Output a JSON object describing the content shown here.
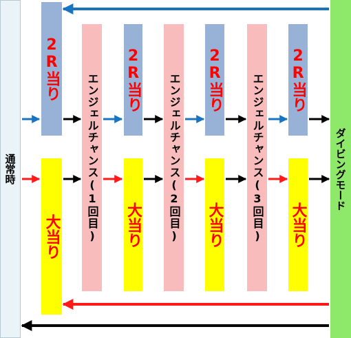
{
  "left_label": "通常時",
  "right_label": "ダイビングモード",
  "two_r_label": "2R当り",
  "big_hit_label": "大当り",
  "angel_chances": [
    "エンジェルチャンス(1回目)",
    "エンジェルチャンス(2回目)",
    "エンジェルチャンス(3回目)"
  ],
  "colors": {
    "blue_arrow": "#1a73c0",
    "red_arrow": "#ff1a1a",
    "black_arrow": "#000000",
    "two_r_box": "#97b2d6",
    "big_hit_box": "#ffff00",
    "angel_box": "#f8bcbc",
    "diving_mode_box": "#8ee86a"
  }
}
